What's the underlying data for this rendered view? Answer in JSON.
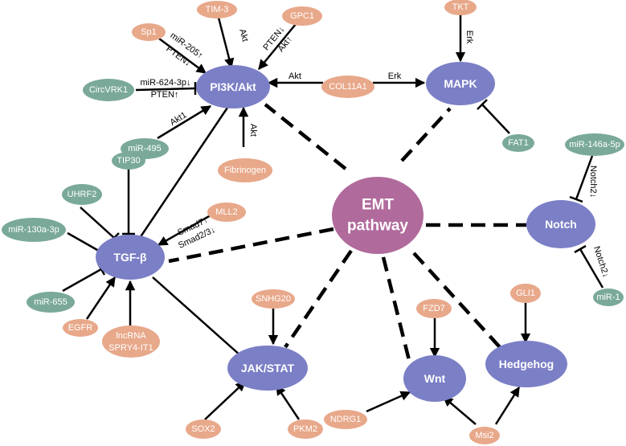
{
  "colors": {
    "center": "#b06a9c",
    "hub": "#7b7fc6",
    "orange": "#e8a88a",
    "green": "#7aa99a",
    "line": "#000000"
  },
  "center": {
    "line1": "EMT",
    "line2": "pathway"
  },
  "hubs": {
    "pi3k": "PI3K/Akt",
    "mapk": "MAPK",
    "notch": "Notch",
    "tgfb": "TGF-β",
    "jakstat": "JAK/STAT",
    "wnt": "Wnt",
    "hedgehog": "Hedgehog"
  },
  "nodes": {
    "tim3": "TIM-3",
    "sp1": "Sp1",
    "gpc1": "GPC1",
    "circvrk1": "CircVRK1",
    "col11a1": "COL11A1",
    "mir495": "miR-495",
    "fibrinogen": "Fibrinogen",
    "tkt": "TKT",
    "fat1": "FAT1",
    "mir146a": "miR-146a-5p",
    "mir1": "miR-1",
    "uhrf2": "UHRF2",
    "tip30": "TIP30",
    "mir130a": "miR-130a-3p",
    "mll2": "MLL2",
    "mir655": "miR-655",
    "egfr": "EGFR",
    "lncrna_line1": "lncRNA",
    "lncrna_line2": "SPRY4-IT1",
    "snhg20": "SNHG20",
    "sox2": "SOX2",
    "pkm2": "PKM2",
    "fzd7": "FZD7",
    "gli1": "GLI1",
    "ndrg1": "NDRG1",
    "msi2": "Msi2"
  },
  "edge_labels": {
    "tim3_akt": "Akt",
    "sp1_mir205": "miR-205↑",
    "sp1_pten": "PTEN↓",
    "gpc1_pten": "PTEN↓",
    "gpc1_akt": "Akt↑",
    "circvrk1_mir": "miR-624-3p↓",
    "circvrk1_pten": "PTEN↑",
    "mir495_akt": "Akt1",
    "col11a1_akt": "Akt",
    "col11a1_erk": "Erk",
    "fibrinogen_akt": "Akt",
    "tkt_erk": "Erk",
    "mll2_smad7": "Smad7↑",
    "mll2_smad23": "Smad2/3↓",
    "mir146a_notch2": "Notch2↓",
    "mir1_notch2": "Notch2↓"
  }
}
